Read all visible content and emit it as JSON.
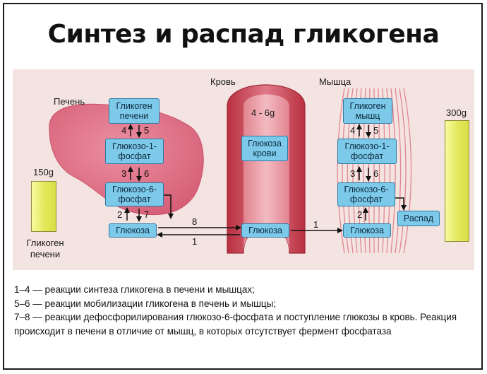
{
  "title": "Синтез и распад гликогена",
  "labels": {
    "liver": "Печень",
    "blood": "Кровь",
    "muscle": "Мышца",
    "blood_amount": "4 - 6g",
    "liver_amount": "150g",
    "muscle_amount": "300g",
    "liver_glycogen": [
      "Гликоген",
      "печени"
    ]
  },
  "liver_boxes": {
    "glycogen": [
      "Гликоген",
      "печени"
    ],
    "g1p": [
      "Глюкозо-1-",
      "фосфат"
    ],
    "g6p": [
      "Глюкозо-6-",
      "фосфат"
    ],
    "glucose": [
      "Глюкоза"
    ]
  },
  "blood_boxes": {
    "glucose_blood": [
      "Глюкоза",
      "крови"
    ],
    "glucose": [
      "Глюкоза"
    ]
  },
  "muscle_boxes": {
    "glycogen": [
      "Гликоген",
      "мышц"
    ],
    "g1p": [
      "Глюкозо-1-",
      "фосфат"
    ],
    "g6p": [
      "Глюкозо-6-",
      "фосфат"
    ],
    "glucose": [
      "Глюкоза"
    ],
    "breakdown": [
      "Распад"
    ]
  },
  "numbers": {
    "n1": "1",
    "n2": "2",
    "n3": "3",
    "n4": "4",
    "n5": "5",
    "n6": "6",
    "n7": "7",
    "n8": "8"
  },
  "legend": [
    "1–4 — реакции синтеза гликогена в печени и мышцах;",
    "5–6 — реакции мобилизации гликогена в печень и мышцы;",
    "7–8 — реакции дефосфорилирования глюкозо-6-фосфата и поступление глюкозы в кровь. Реакция происходит в печени в отличие от мышц, в которых отсутствует фермент фосфатаза"
  ],
  "colors": {
    "box_fill": "#7cc9ea",
    "box_border": "#2d7aa6",
    "liver": "#dc6b82",
    "vessel": "#c23a4a",
    "muscle_fiber": "#e0888e",
    "panel_bg": "#f4e4e1",
    "bar_fill": "#e2e85a"
  }
}
